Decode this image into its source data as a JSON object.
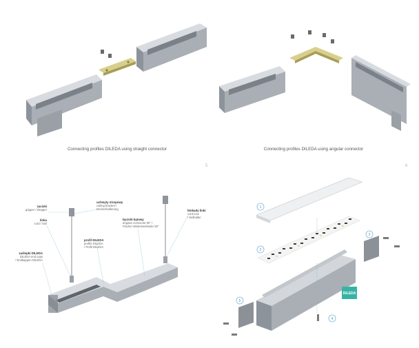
{
  "captions": {
    "straight": "Connecting profiles DILEDA using straight connector",
    "angular": "Connecting profiles DILEDA using angular connector"
  },
  "page_numbers": {
    "left": "5",
    "right": "6"
  },
  "labels": {
    "zaciski": {
      "title": "zaciski",
      "sub": "gripper / Klepper"
    },
    "linka": {
      "title": "linka",
      "sub": "cord / Seil"
    },
    "zaslepki": {
      "title": "zaślepki DILEDA",
      "sub1": "DILEDA end caps",
      "sub2": "/ Endkappen DILEDA"
    },
    "uchwyty": {
      "title": "uchwyty stropowy",
      "sub1": "ceiling bracket /",
      "sub2": "Deckenhalterung"
    },
    "profil": {
      "title": "profil DILEDA",
      "sub1": "profile DILEDA",
      "sub2": "/ Profil DILEDA"
    },
    "lacznik": {
      "title": "łącznik kątowy",
      "sub1": "angular connector 90° /",
      "sub2": "Flacher Winkelverbinder 90°"
    },
    "blokada": {
      "title": "blokada linki",
      "sub1": "cord lock",
      "sub2": "/ Seilhalter"
    }
  },
  "brand_badge": "DILEDA",
  "step_numbers": [
    "1",
    "2",
    "3",
    "4",
    "5"
  ],
  "colors": {
    "aluminium": "#b9bec3",
    "connector": "#c9bd7a",
    "cord": "#888888",
    "dotted": "#7fb8d6"
  }
}
